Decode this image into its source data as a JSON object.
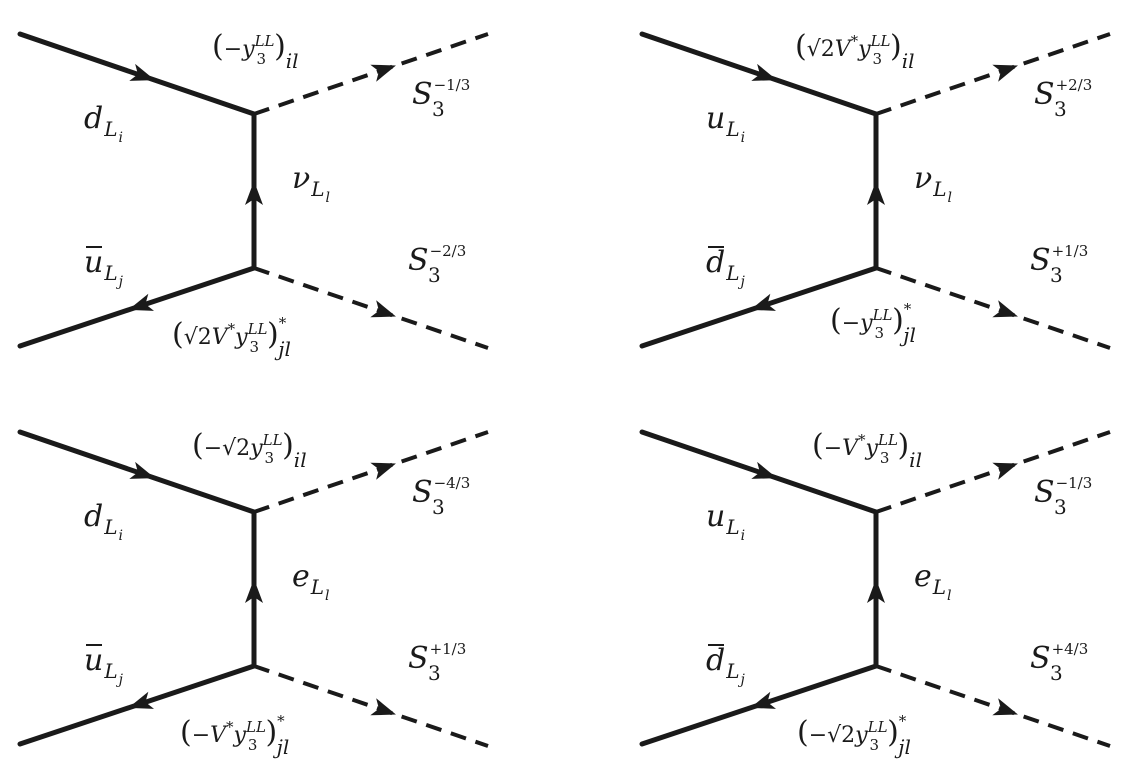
{
  "diagrams": [
    {
      "id": "top-left",
      "in_quark": {
        "base": "d",
        "sub": "L",
        "subsub": "i",
        "bar": false
      },
      "in_antiquark": {
        "base": "u",
        "sub": "L",
        "subsub": "j",
        "bar": true
      },
      "mediator": {
        "base": "ν",
        "sub": "L",
        "subsub": "l"
      },
      "scalar_out_top": {
        "base": "S",
        "sub": "3",
        "sup": "−1/3"
      },
      "scalar_out_bottom": {
        "base": "S",
        "sub": "3",
        "sup": "−2/3"
      },
      "coupling_top": {
        "prefix": "−",
        "sqrt": false,
        "factor": "",
        "y": "y",
        "ysub": "3",
        "ysup": "LL",
        "conj": false,
        "idx": "il",
        "bracket": "round"
      },
      "coupling_bottom": {
        "prefix": "",
        "sqrt": true,
        "factor": "V*",
        "y": "y",
        "ysub": "3",
        "ysup": "LL",
        "conj": true,
        "idx": "jl",
        "bracket": "round"
      }
    },
    {
      "id": "top-right",
      "in_quark": {
        "base": "u",
        "sub": "L",
        "subsub": "i",
        "bar": false
      },
      "in_antiquark": {
        "base": "d",
        "sub": "L",
        "subsub": "j",
        "bar": true
      },
      "mediator": {
        "base": "ν",
        "sub": "L",
        "subsub": "l"
      },
      "scalar_out_top": {
        "base": "S",
        "sub": "3",
        "sup": "+2/3"
      },
      "scalar_out_bottom": {
        "base": "S",
        "sub": "3",
        "sup": "+1/3"
      },
      "coupling_top": {
        "prefix": "",
        "sqrt": true,
        "factor": "V*",
        "y": "y",
        "ysub": "3",
        "ysup": "LL",
        "conj": false,
        "idx": "il",
        "bracket": "round"
      },
      "coupling_bottom": {
        "prefix": "−",
        "sqrt": false,
        "factor": "",
        "y": "y",
        "ysub": "3",
        "ysup": "LL",
        "conj": true,
        "idx": "jl",
        "bracket": "round"
      }
    },
    {
      "id": "bottom-left",
      "in_quark": {
        "base": "d",
        "sub": "L",
        "subsub": "i",
        "bar": false
      },
      "in_antiquark": {
        "base": "u",
        "sub": "L",
        "subsub": "j",
        "bar": true
      },
      "mediator": {
        "base": "e",
        "sub": "L",
        "subsub": "l"
      },
      "scalar_out_top": {
        "base": "S",
        "sub": "3",
        "sup": "−4/3"
      },
      "scalar_out_bottom": {
        "base": "S",
        "sub": "3",
        "sup": "+1/3"
      },
      "coupling_top": {
        "prefix": "−",
        "sqrt": true,
        "factor": "",
        "y": "y",
        "ysub": "3",
        "ysup": "LL",
        "conj": false,
        "idx": "il",
        "bracket": "round"
      },
      "coupling_bottom": {
        "prefix": "−",
        "sqrt": false,
        "factor": "V*",
        "y": "y",
        "ysub": "3",
        "ysup": "LL",
        "conj": true,
        "idx": "jl",
        "bracket": "round"
      }
    },
    {
      "id": "bottom-right",
      "in_quark": {
        "base": "u",
        "sub": "L",
        "subsub": "i",
        "bar": false
      },
      "in_antiquark": {
        "base": "d",
        "sub": "L",
        "subsub": "j",
        "bar": true
      },
      "mediator": {
        "base": "e",
        "sub": "L",
        "subsub": "l"
      },
      "scalar_out_top": {
        "base": "S",
        "sub": "3",
        "sup": "−1/3"
      },
      "scalar_out_bottom": {
        "base": "S",
        "sub": "3",
        "sup": "+4/3"
      },
      "coupling_top": {
        "prefix": "−",
        "sqrt": false,
        "factor": "V*",
        "y": "y",
        "ysub": "3",
        "ysup": "LL",
        "conj": false,
        "idx": "il",
        "bracket": "round"
      },
      "coupling_bottom": {
        "prefix": "−",
        "sqrt": true,
        "factor": "",
        "y": "y",
        "ysub": "3",
        "ysup": "LL",
        "conj": true,
        "idx": "jl",
        "bracket": "round"
      }
    }
  ],
  "colors": {
    "ink": "#1a1a1a",
    "background": "#ffffff"
  }
}
